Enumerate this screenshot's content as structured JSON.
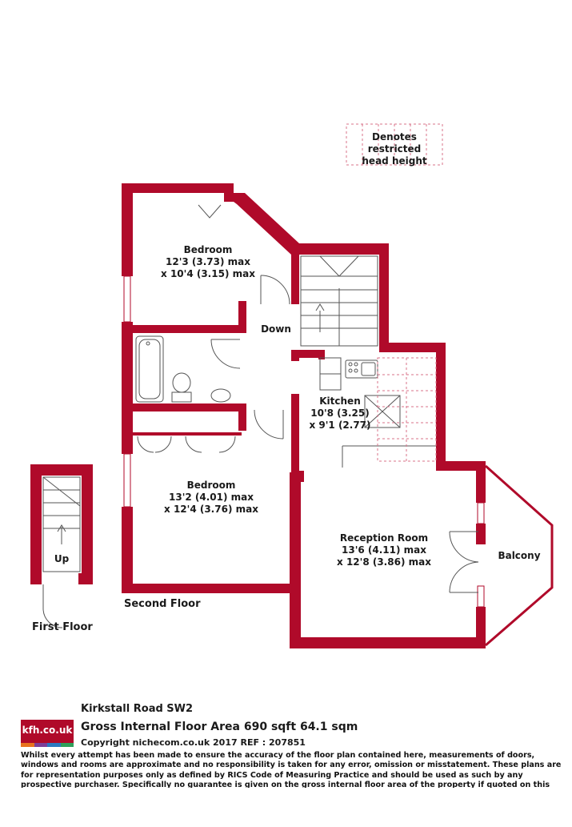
{
  "legend": {
    "line1": "Denotes restricted",
    "line2": "head height"
  },
  "rooms": {
    "bedroom1": {
      "name": "Bedroom",
      "dim1": "12'3 (3.73) max",
      "dim2": "x 10'4 (3.15) max"
    },
    "down": "Down",
    "kitchen": {
      "name": "Kitchen",
      "dim1": "10'8 (3.25)",
      "dim2": "x 9'1 (2.77)"
    },
    "bedroom2": {
      "name": "Bedroom",
      "dim1": "13'2 (4.01) max",
      "dim2": "x 12'4 (3.76) max"
    },
    "reception": {
      "name": "Reception Room",
      "dim1": "13'6 (4.11) max",
      "dim2": "x 12'8 (3.86) max"
    },
    "balcony": "Balcony",
    "up": "Up"
  },
  "floors": {
    "second": "Second Floor",
    "first": "First Floor"
  },
  "footer": {
    "logo": "kfh.co.uk",
    "logo_colors": [
      "#e8731e",
      "#7c3f98",
      "#2b79c0",
      "#2fa05a"
    ],
    "address": "Kirkstall Road  SW2",
    "area": "Gross Internal Floor Area 690 sqft 64.1 sqm",
    "copyright": "Copyright nichecom.co.uk 2017 REF : 207851",
    "disclaimer": "Whilst every attempt has been made to ensure the accuracy of the floor plan contained here, measurements of doors, windows and rooms are approximate and no responsibility is taken for any error, omission or misstatement.  These plans are for representation purposes only as defined by RICS Code of Measuring Practice and should be used as such by any prospective purchaser.  Specifically no guarantee is given on the gross internal floor area of the property if quoted on this plan and any figure given is for initial guidance only and should not be relied on as a basis of valuation."
  },
  "colors": {
    "wall": "#b00a2a",
    "restricted": "#d9738a",
    "fixture": "#555555"
  }
}
